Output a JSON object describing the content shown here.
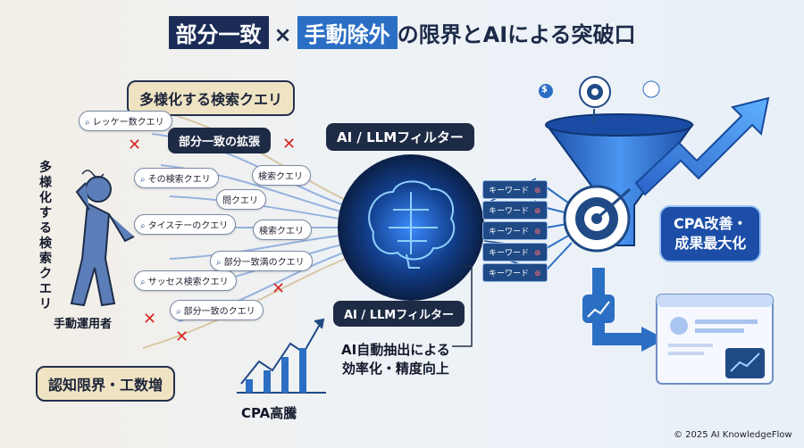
{
  "title": {
    "part1": "部分一致",
    "times": "×",
    "part2": "手動除外",
    "rest": "の限界とAIによる突破口"
  },
  "left": {
    "diverse_box": "多様化する検索クエリ",
    "partial_box": "部分一致の拡張",
    "vertical_label": "多様化する検索クエリ",
    "operator_label": "手動運用者",
    "cognitive_box": "認知限界・工数増",
    "cpa_high": "CPA高騰",
    "queries": [
      "レッケー数クエリ",
      "その検索クエリ",
      "タイステーのクエリ",
      "サッセス検索クエリ",
      "部分一致のクエリ",
      "部分一致満のクエリ"
    ],
    "small_pills": [
      "検索クエリ",
      "問クエリ",
      "検索クエリ"
    ],
    "mark_x": "✕",
    "mag_icon": "⌕"
  },
  "center": {
    "filter_top": "AI / LLMフィルター",
    "filter_bottom": "AI / LLMフィルター",
    "auto_extract": "AI自動抽出による\n効率化・精度向上",
    "keywords": [
      "キーワード",
      "キーワード",
      "キーワード",
      "キーワード",
      "キーワード"
    ],
    "keyword_x": "⊗"
  },
  "right": {
    "cpa_improve": "CPA改善・\n成果最大化",
    "dollar": "$"
  },
  "footer": "© 2025 AI KnowledgeFlow",
  "colors": {
    "navy": "#1b2d57",
    "blue": "#2b6fc4",
    "accent": "#d62828"
  }
}
